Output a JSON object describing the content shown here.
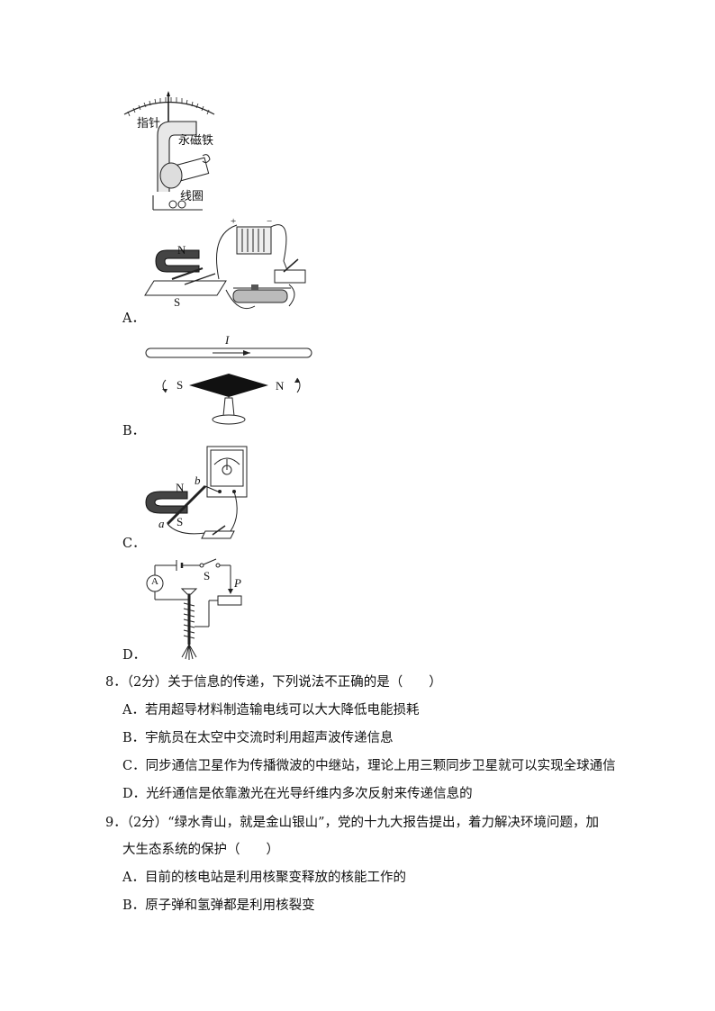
{
  "figures": {
    "top": {
      "label_pointer": "指针",
      "label_magnet": "永磁铁",
      "label_coil": "线圈"
    },
    "a": {
      "option": "A．",
      "label_n": "N",
      "label_s": "S",
      "plus": "+",
      "minus": "−"
    },
    "b": {
      "option": "B．",
      "label_i": "I",
      "label_s": "S",
      "label_n": "N"
    },
    "c": {
      "option": "C．",
      "label_n": "N",
      "label_s": "S",
      "label_a": "a",
      "label_b": "b"
    },
    "d": {
      "option": "D．",
      "label_a": "A",
      "label_s": "S",
      "label_p": "P"
    }
  },
  "questions": [
    {
      "stem": "8．（2分）关于信息的传递，下列说法不正确的是（　　）",
      "options": [
        "A．若用超导材料制造输电线可以大大降低电能损耗",
        "B．宇航员在太空中交流时利用超声波传递信息",
        "C．同步通信卫星作为传播微波的中继站，理论上用三颗同步卫星就可以实现全球通信",
        "D．光纤通信是依靠激光在光导纤维内多次反射来传递信息的"
      ]
    },
    {
      "stem_line1": "9．（2分）“绿水青山，就是金山银山”，党的十九大报告提出，着力解决环境问题，加",
      "stem_line2": "大生态系统的保护（　　）",
      "options": [
        "A．目前的核电站是利用核聚变释放的核能工作的",
        "B．原子弹和氢弹都是利用核裂变"
      ]
    }
  ]
}
